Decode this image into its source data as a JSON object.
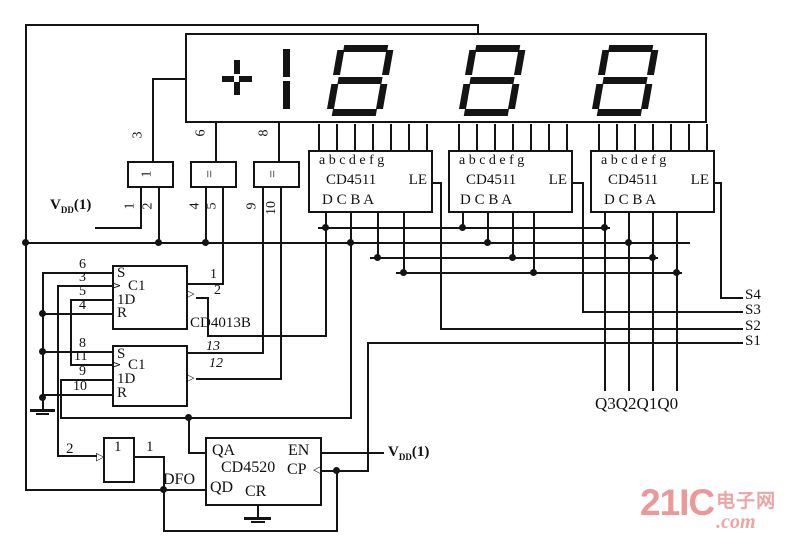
{
  "display": {
    "reading": "+1888",
    "sign_plus": "+",
    "sign_one": "1",
    "digits": [
      "8",
      "8",
      "8"
    ]
  },
  "display_pins": {
    "p3": "3",
    "p6": "6",
    "p8": "8"
  },
  "gates": [
    {
      "pin_top": "3",
      "glyph": "1",
      "pin_a": "1",
      "pin_b": "2"
    },
    {
      "pin_top": "6",
      "glyph": "=",
      "pin_a": "4",
      "pin_b": "5"
    },
    {
      "pin_top": "8",
      "glyph": "=",
      "pin_a": "9",
      "pin_b": "10"
    }
  ],
  "vdd": {
    "base": "V",
    "sub": "DD",
    "paren": "(1)"
  },
  "decoders": [
    {
      "seg_pins": "a b c d e f g",
      "name": "CD4511",
      "le": "LE",
      "inputs": "D C B A"
    },
    {
      "seg_pins": "a b c d e f g",
      "name": "CD4511",
      "le": "LE",
      "inputs": "D C B A"
    },
    {
      "seg_pins": "a b c d e f g",
      "name": "CD4511",
      "le": "LE",
      "inputs": "D C B A"
    }
  ],
  "flipflops": [
    {
      "inner": [
        "S",
        "C1",
        "1D",
        "R"
      ],
      "pins": [
        "6",
        "3",
        "5",
        "4"
      ],
      "outs": [
        "1",
        "2"
      ]
    },
    {
      "inner": [
        "S",
        "C1",
        "1D",
        "R"
      ],
      "pins": [
        "8",
        "11",
        "9",
        "10"
      ],
      "outs": [
        "13",
        "12"
      ]
    }
  ],
  "ff_chip_label": "CD4013B",
  "buffer": {
    "glyph": "1",
    "pin_in": "2",
    "pin_out": "1"
  },
  "counter": {
    "qa": "QA",
    "en": "EN",
    "name": "CD4520",
    "cp": "CP",
    "qd": "QD",
    "cr": "CR"
  },
  "net_labels": {
    "dfo": "DFO",
    "q_bus": "Q3Q2Q1Q0",
    "s": [
      "S4",
      "S3",
      "S2",
      "S1"
    ]
  },
  "watermark": {
    "big": "21IC",
    "cn": "电子网",
    "com": ".com"
  },
  "colors": {
    "ink": "#141414",
    "watermark_pink": "#ec9898"
  }
}
